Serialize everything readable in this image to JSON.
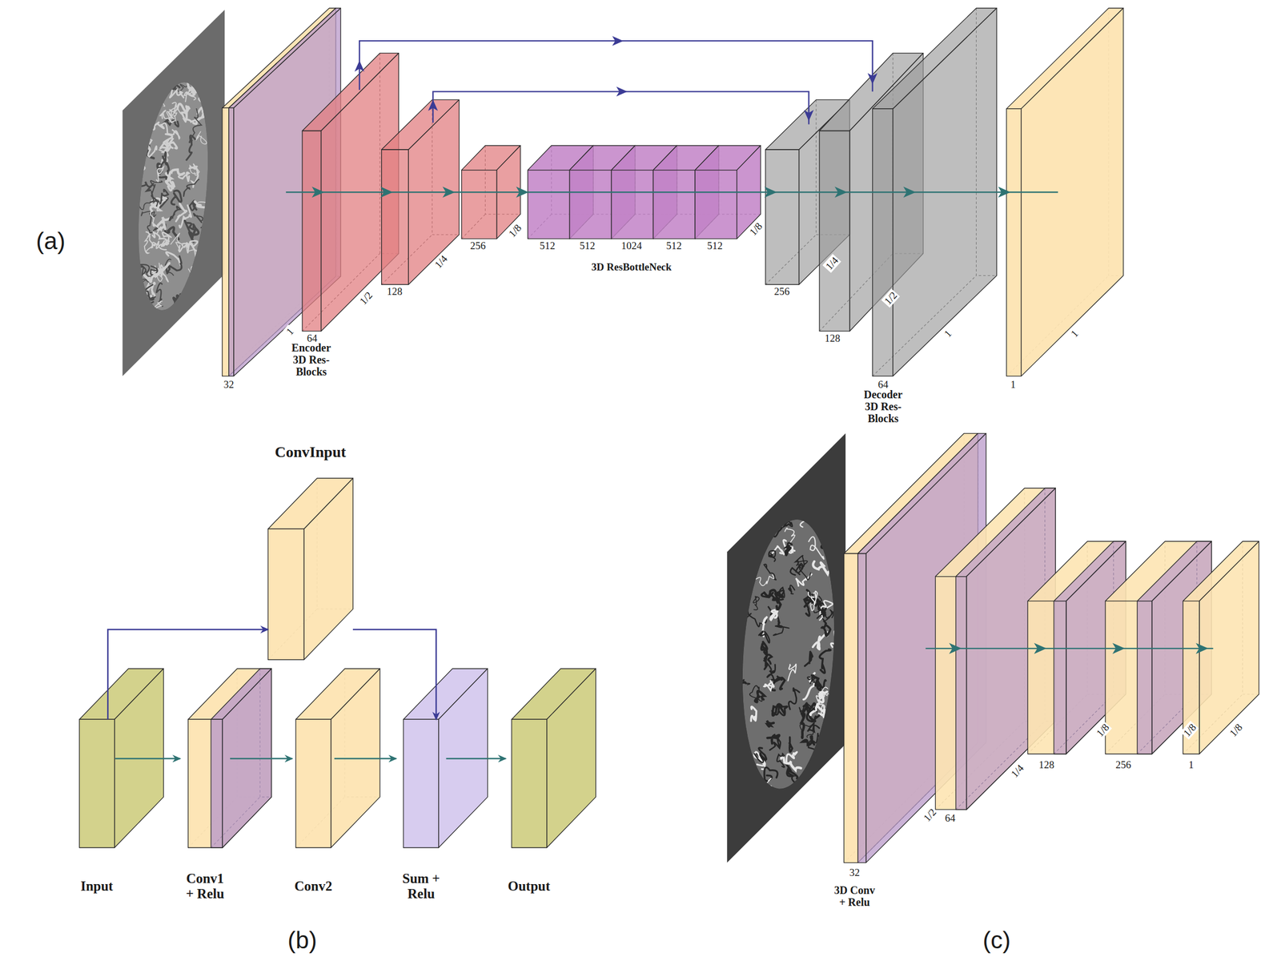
{
  "diagram": {
    "nodes": [
      {
        "text": [
          "ConvInput"
        ]
      },
      {
        "text": [
          "Input"
        ]
      },
      {
        "text": [
          "Conv1 + Relu"
        ]
      },
      {
        "text": [
          "Conv2"
        ]
      },
      {
        "text": [
          "Sum + Relu"
        ]
      },
      {
        "text": [
          "Output"
        ]
      }
    ],
    "edges": [
      {
        "from": 1,
        "to": 2,
        "arrow": "to"
      },
      {
        "from": 2,
        "to": 3,
        "arrow": "to"
      },
      {
        "from": 3,
        "to": 4,
        "arrow": "to"
      },
      {
        "from": 4,
        "to": 5,
        "arrow": "to"
      },
      {
        "from": 1,
        "to": 0,
        "arrow": "to"
      },
      {
        "from": 0,
        "to": 4,
        "arrow": "to"
      }
    ],
    "labels": [
      "(a)",
      "32",
      "1",
      "64",
      "Encoder 3D Res-Blocks",
      "1/2",
      "128",
      "1/4",
      "256",
      "1/8",
      "512",
      "512",
      "1024",
      "512",
      "512",
      "3D ResBottleNeck",
      "1/8",
      "256",
      "1/4",
      "128",
      "1/2",
      "1",
      "64",
      "Decoder 3D Res-Blocks",
      "1",
      "1",
      "(b)",
      "32",
      "3D Conv + Relu",
      "1/2",
      "64",
      "1/4",
      "128",
      "1/8",
      "256",
      "1/8",
      "1",
      "1/8",
      "(c)"
    ]
  }
}
